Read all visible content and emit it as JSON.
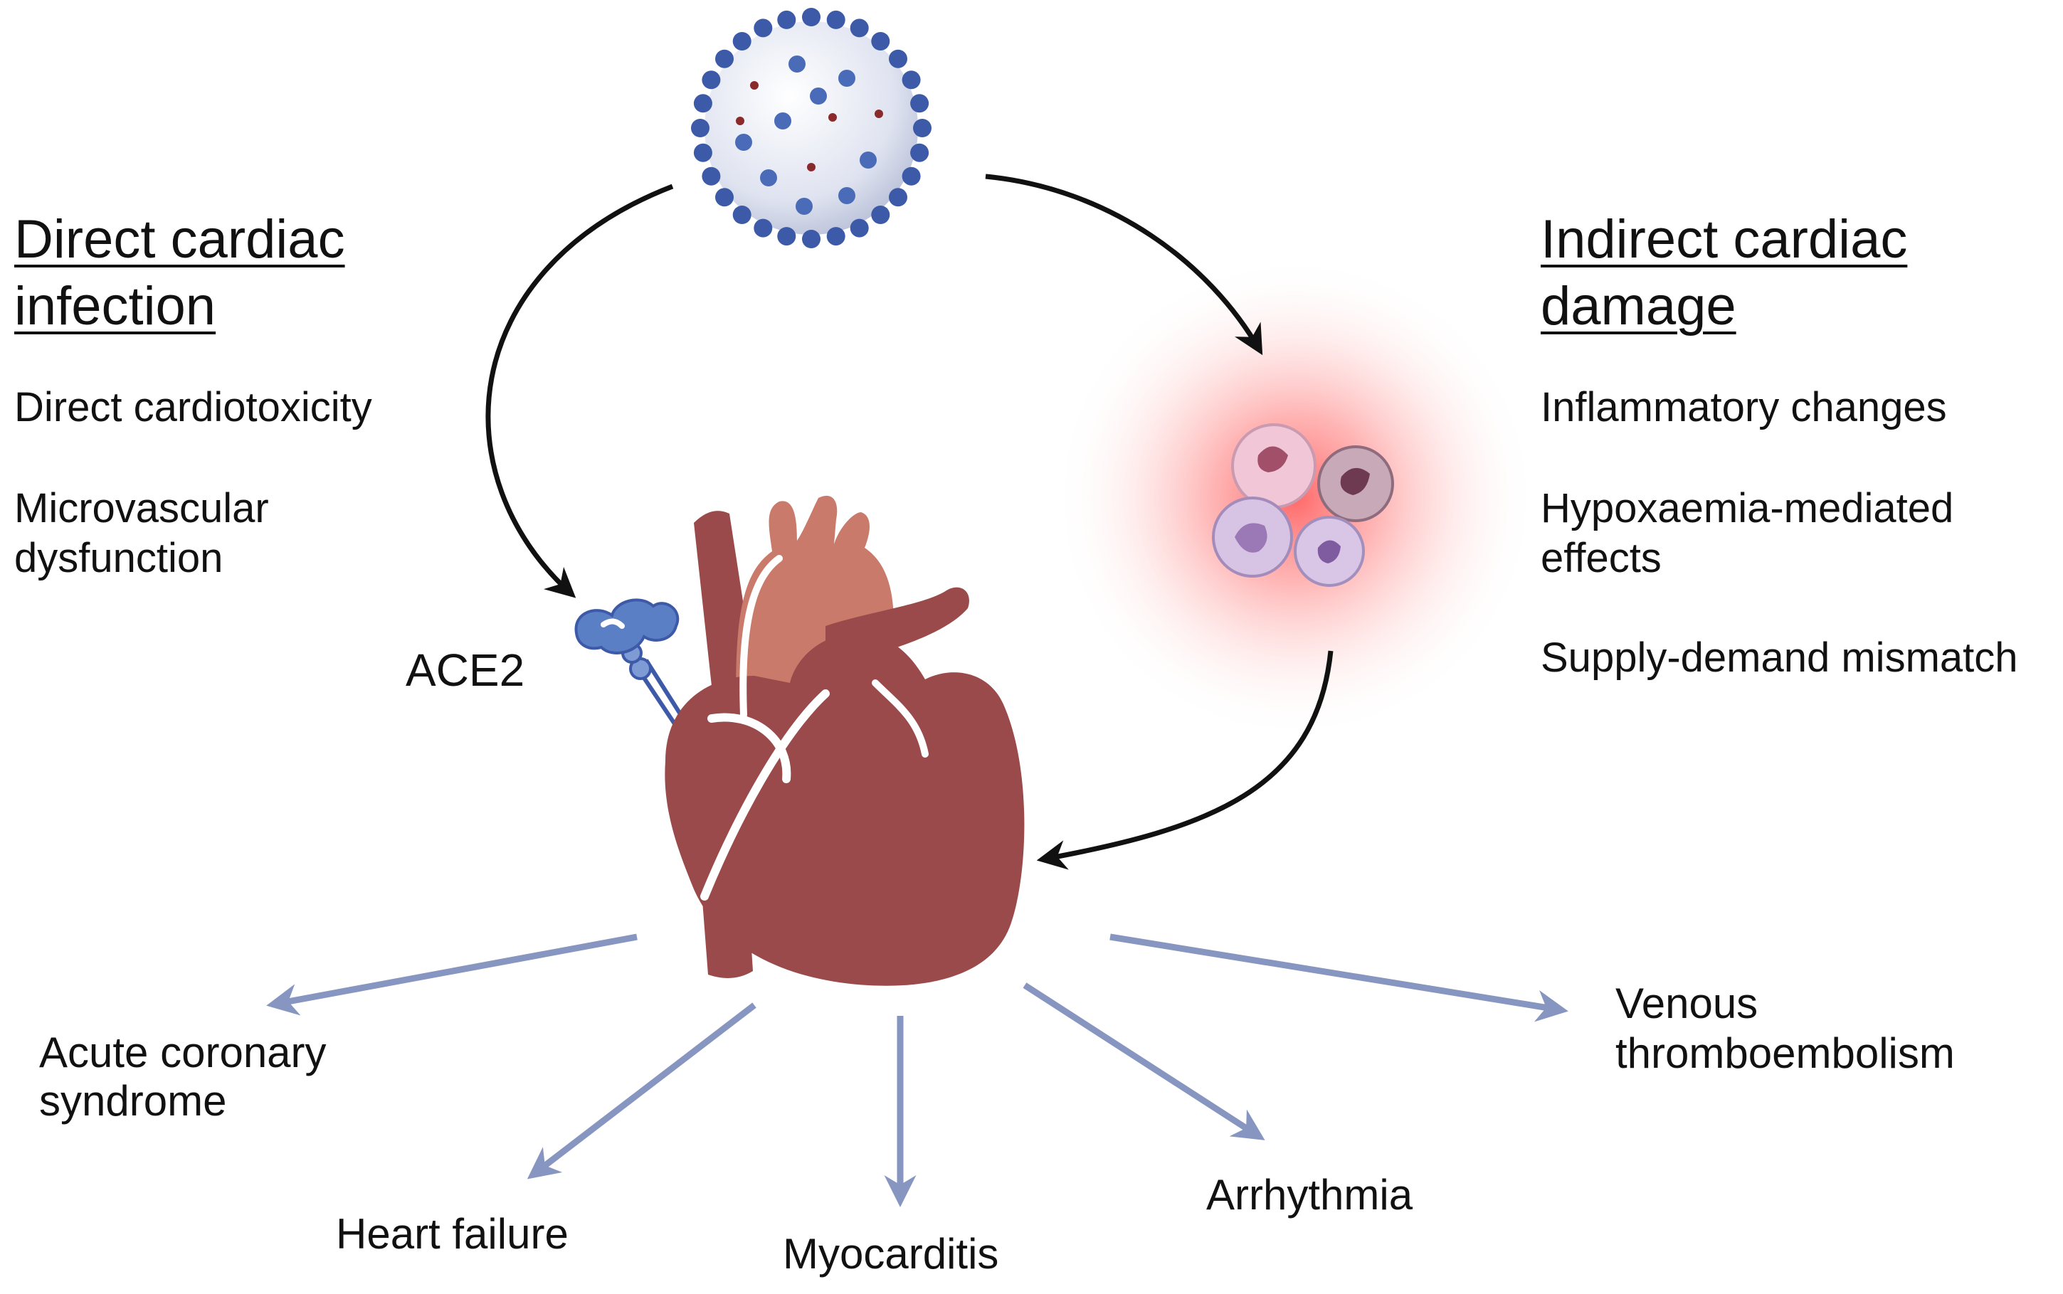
{
  "left": {
    "heading_line1": "Direct cardiac",
    "heading_line2": "infection",
    "item1": "Direct cardiotoxicity",
    "item2_line1": "Microvascular",
    "item2_line2": "dysfunction"
  },
  "right": {
    "heading_line1": "Indirect cardiac",
    "heading_line2": "damage",
    "item1": "Inflammatory changes",
    "item2_line1": "Hypoxaemia-mediated",
    "item2_line2": "effects",
    "item3": "Supply-demand mismatch"
  },
  "receptor_label": "ACE2",
  "outcomes": {
    "acs_line1": "Acute coronary",
    "acs_line2": "syndrome",
    "heart_failure": "Heart failure",
    "myocarditis": "Myocarditis",
    "arrhythmia": "Arrhythmia",
    "vte_line1": "Venous",
    "vte_line2": "thromboembolism"
  },
  "colors": {
    "heart": "#9a4a4a",
    "aorta": "#c97a6b",
    "receptor": "#5b7fc4",
    "virus_spike": "#3d5aa8",
    "inflammation_glow": "#ff6b6b",
    "arrow_dark": "#111111",
    "arrow_outcome": "#8796c0"
  }
}
